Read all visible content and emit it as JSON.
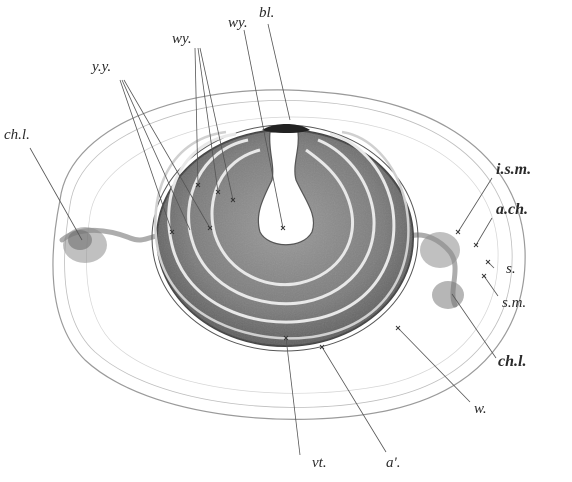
{
  "labels": {
    "bl": "bl.",
    "wy_top": "wy.",
    "wy_left": "wy.",
    "yy": "y.y.",
    "chl_left": "ch.l.",
    "ism": "i.s.m.",
    "ach": "a.ch.",
    "s": "s.",
    "sm": "s.m.",
    "chl_right": "ch.l.",
    "w": "w.",
    "vt": "vt.",
    "a": "a'."
  },
  "colors": {
    "ink": "#2a2a2a",
    "yolk_dark": "#6b6b6b",
    "yolk_light": "#b3b3b3",
    "albumen_line": "#9a9a9a"
  }
}
